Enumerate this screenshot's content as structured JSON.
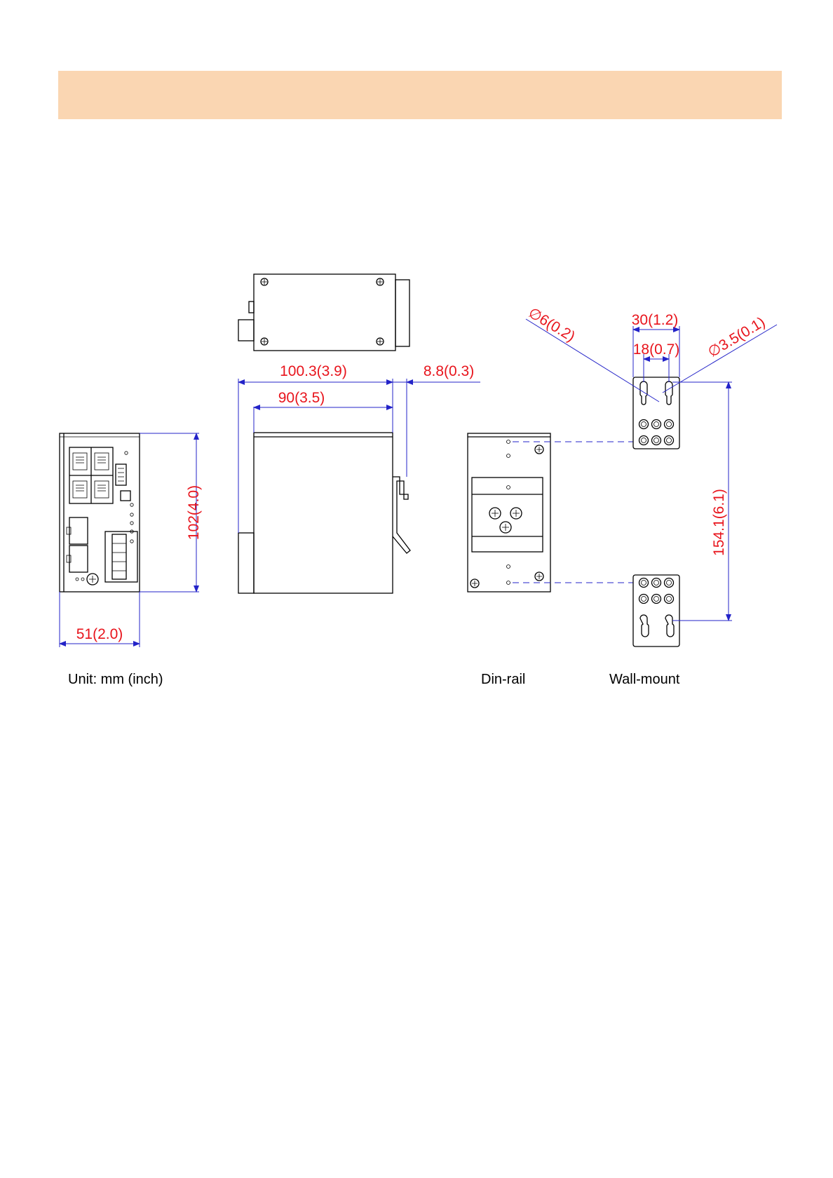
{
  "dimensions": {
    "front_height": "102(4.0)",
    "front_width": "51(2.0)",
    "side_depth_total": "100.3(3.9)",
    "side_depth_body": "90(3.5)",
    "clip_depth": "8.8(0.3)",
    "hole_diameter_large": "6(0.2)",
    "hole_diameter_small": "3.5(0.1)",
    "wall_hole_spacing": "30(1.2)",
    "wall_hole_inner": "18(0.7)",
    "wall_mount_span": "154.1(6.1)"
  },
  "symbols": {
    "diameter": "∅"
  },
  "captions": {
    "unit": "Unit: mm (inch)",
    "din_rail": "Din-rail",
    "wall_mount": "Wall-mount"
  },
  "colors": {
    "header_band": "#fad6b2",
    "dimension_text": "#e8141c",
    "dimension_line": "#2323c8"
  }
}
